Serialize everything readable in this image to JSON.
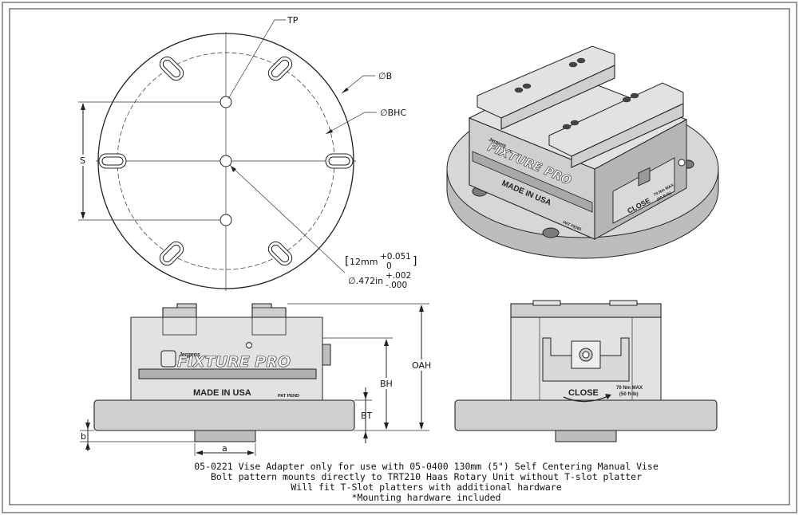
{
  "labels": {
    "tp": "TP",
    "b": "∅B",
    "bhc": "∅BHC",
    "s": "S",
    "tol_mm": "12mm",
    "tol_mm_upper": "+0.051",
    "tol_mm_lower": "0",
    "tol_in": "∅.472in",
    "tol_in_upper": "+.002",
    "tol_in_lower": "-.000",
    "oah": "OAH",
    "bh": "BH",
    "bt": "BT",
    "b_small": "b",
    "a_small": "a"
  },
  "part_marks": {
    "brand_top": "Jergens",
    "brand_main": "FIXTURE PRO",
    "made_in": "MADE IN USA",
    "pat_pend": "PAT PEND",
    "close": "CLOSE",
    "torque_1": "70 Nm MAX",
    "torque_2": "(50 ft-lb)"
  },
  "notes": [
    "05-0221 Vise Adapter only for use with 05-0400 130mm (5\") Self Centering Manual Vise",
    "Bolt pattern mounts directly to TRT210 Haas Rotary Unit without T-slot platter",
    "Will fit T-Slot platters with additional hardware",
    "*Mounting hardware included"
  ]
}
